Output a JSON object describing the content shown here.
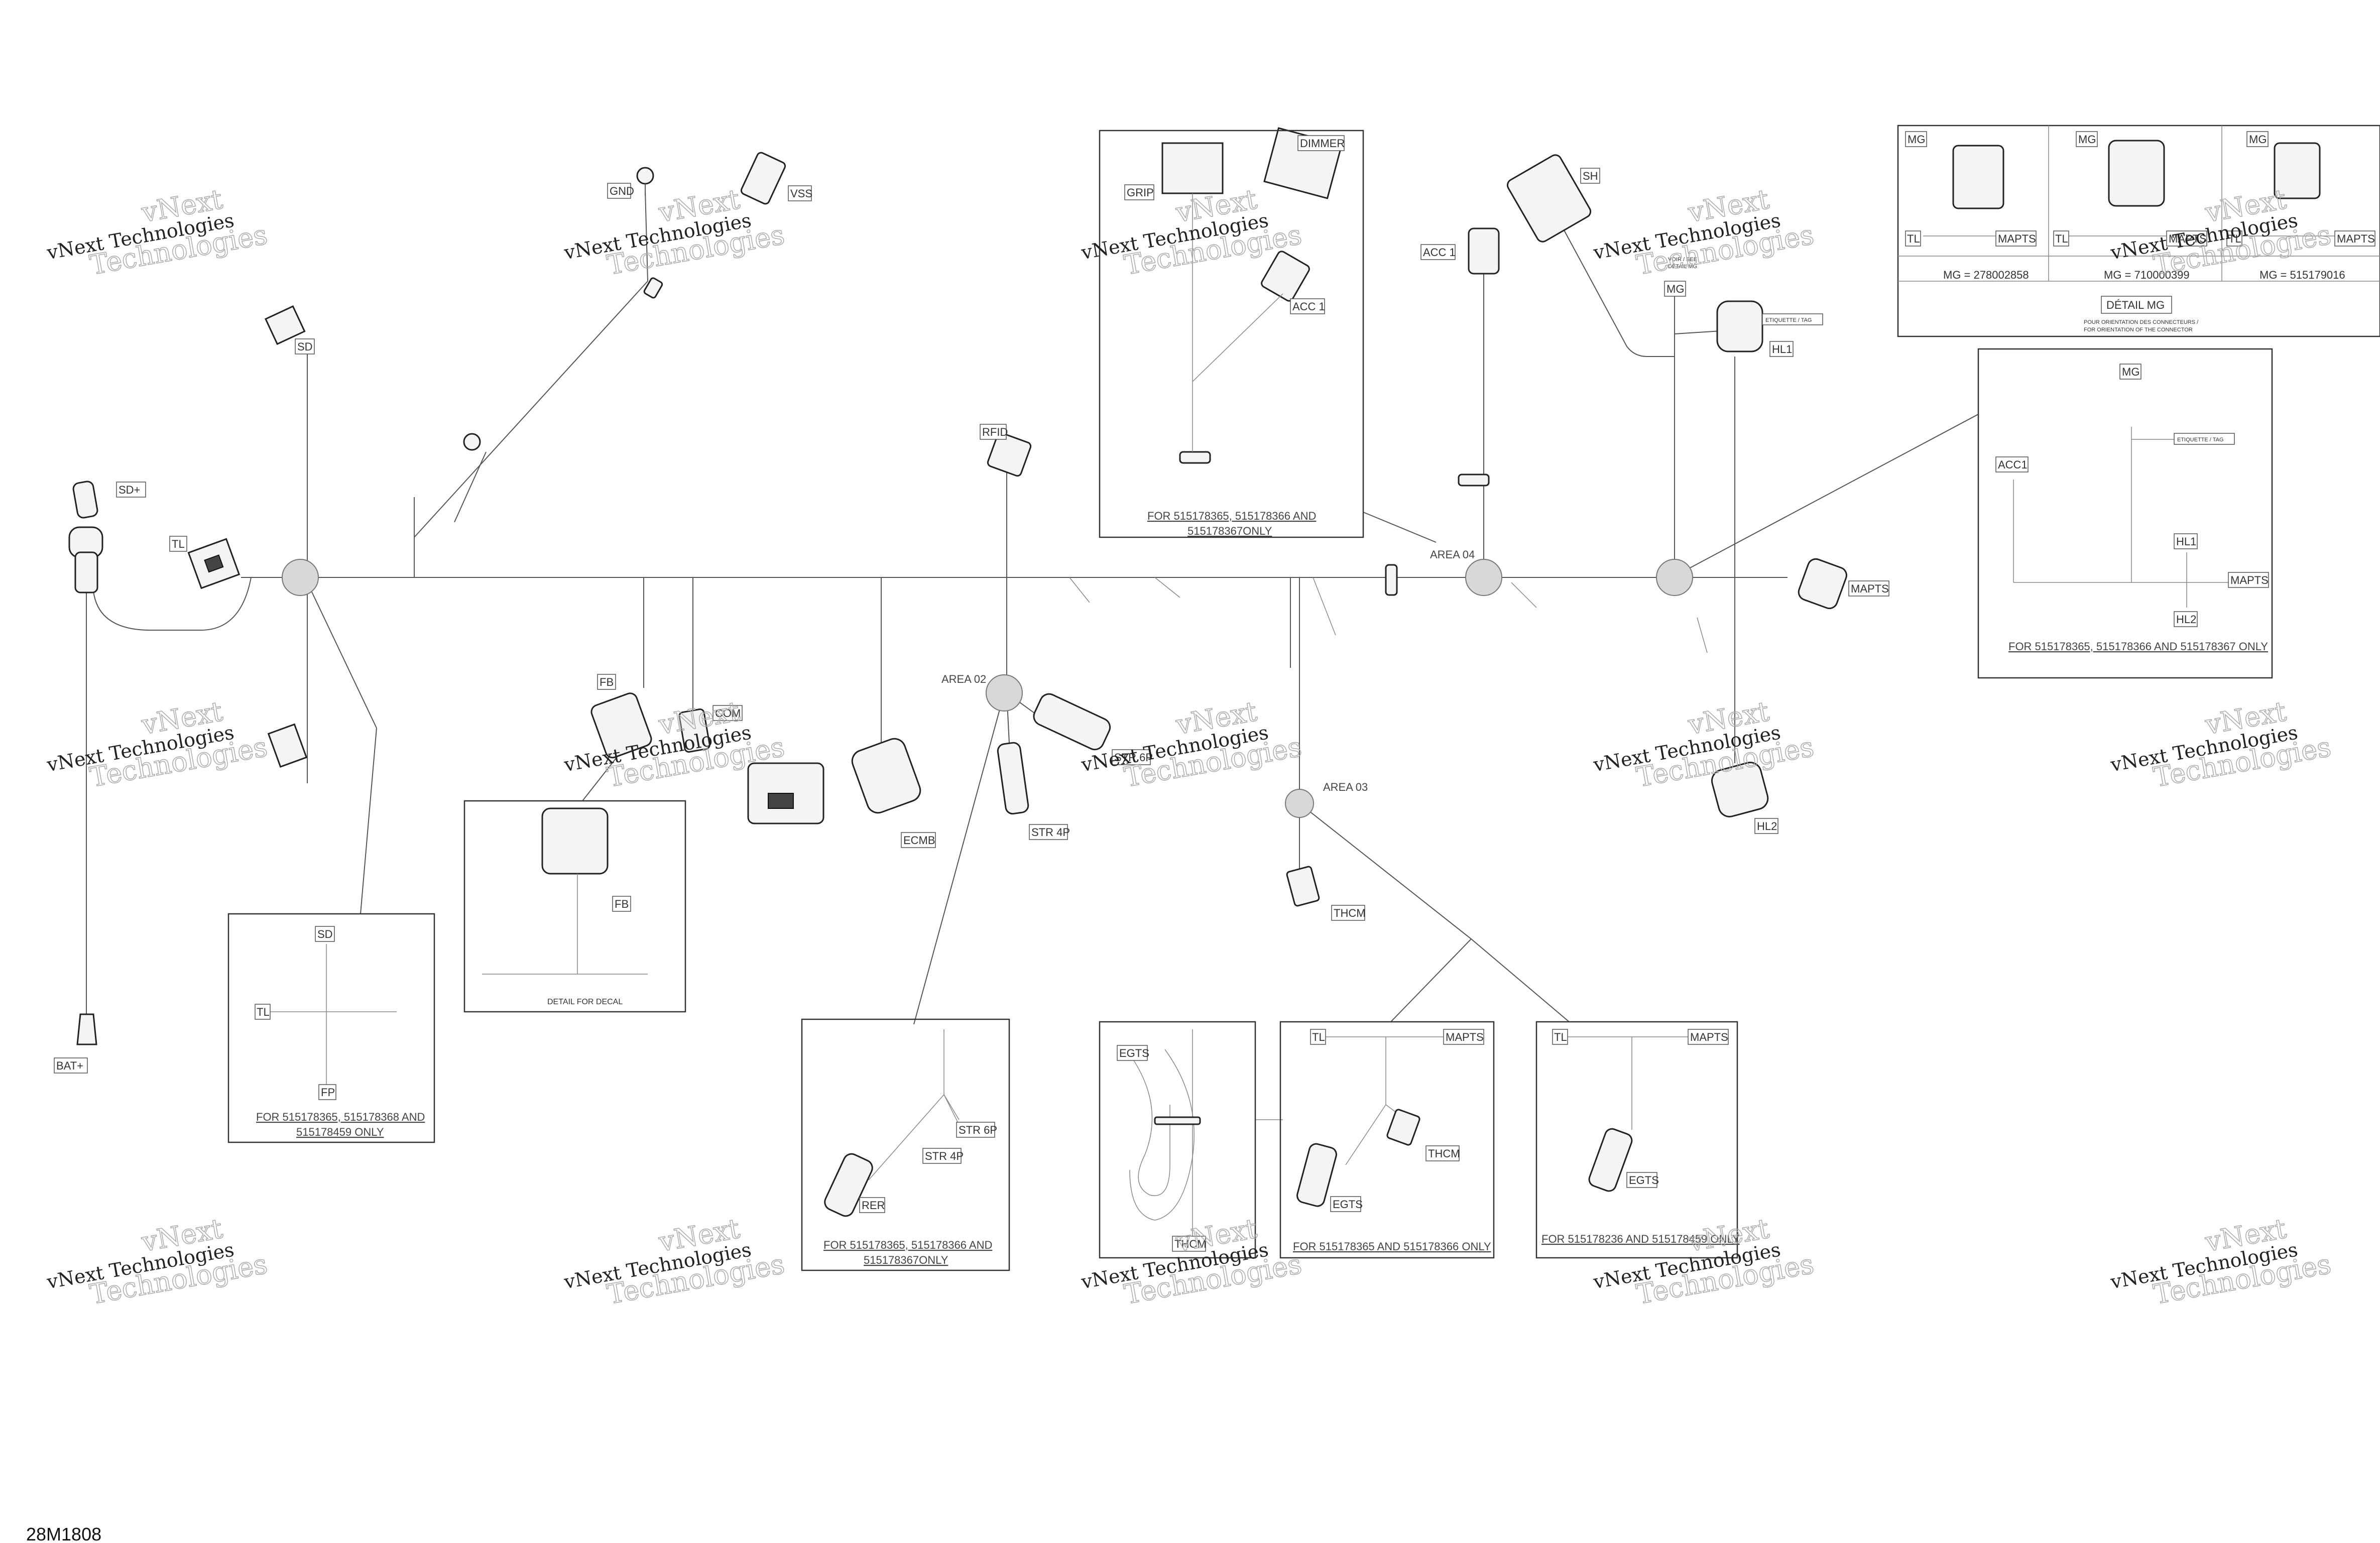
{
  "figure_id": "28M1808",
  "watermark": {
    "line1": "vNext Technologies",
    "line2": "Technologies",
    "ghost": "vNext"
  },
  "labels": {
    "gnd": "GND",
    "vss": "VSS",
    "sd": "SD",
    "sd_plus": "SD+",
    "tl": "TL",
    "bat_plus": "BAT+",
    "fb": "FB",
    "com": "COM",
    "ecmb": "ECMB",
    "rfid": "RFID",
    "str6p": "STR 6P",
    "str4p": "STR 4P",
    "grip": "GRIP",
    "dimmer": "DIMMER",
    "acc1": "ACC 1",
    "sh": "SH",
    "mg": "MG",
    "hl1": "HL1",
    "hl2": "HL2",
    "mapts": "MAPTS",
    "thcm": "THCM",
    "egts": "EGTS",
    "rer": "RER",
    "acc1b": "ACC1",
    "fp": "FP"
  },
  "areas": {
    "area02": "AREA 02",
    "area03": "AREA 03",
    "area04": "AREA 04"
  },
  "notes": {
    "grip_box_1": "FOR 515178365, 515178366 AND",
    "grip_box_2": "515178367ONLY",
    "sd_box_1": "FOR 515178365, 515178368 AND",
    "sd_box_2": "515178459 ONLY",
    "fb_detail": "DETAIL FOR DECAL",
    "rer_box_1": "FOR 515178365, 515178366 AND",
    "rer_box_2": "515178367ONLY",
    "thcm_box": "FOR 515178365 AND 515178366 ONLY",
    "egts_box": "FOR 515178236 AND 515178459 ONLY",
    "hl_box": "FOR 515178365, 515178366 AND 515178367 ONLY"
  },
  "detail_mg": {
    "title": "DÉTAIL MG",
    "sub1": "POUR ORIENTATION DES CONNECTEURS /",
    "sub2": "FOR ORIENTATION OF THE CONNECTOR",
    "cells": [
      {
        "value": "MG = 278002858"
      },
      {
        "value": "MG = 710000399"
      },
      {
        "value": "MG = 515179016"
      }
    ]
  },
  "tags": {
    "etiquette": "ETIQUETTE / TAG",
    "voir_detail": "VOIR / SEE",
    "detail_mg": "DÉTAIL MG"
  }
}
